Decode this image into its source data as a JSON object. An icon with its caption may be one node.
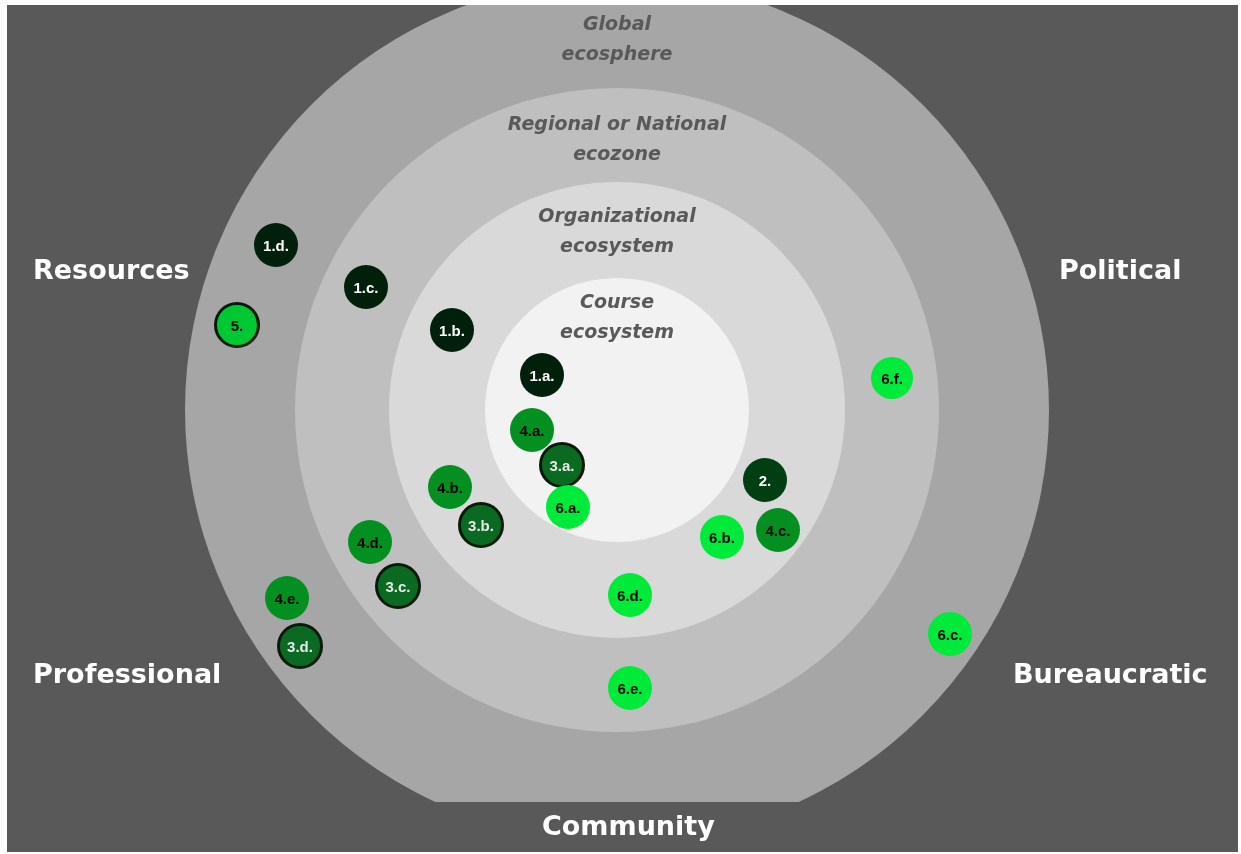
{
  "diagram": {
    "nodes": [
      {
        "text": [
          "Global ecosphere"
        ]
      },
      {
        "text": [
          "Regional or National ecozone"
        ],
        "in": 0
      },
      {
        "text": [
          "Organizational ecosystem"
        ],
        "in": 1
      },
      {
        "text": [
          "Course ecosystem"
        ],
        "in": 2
      },
      {
        "text": [
          "1.d."
        ],
        "in": 0
      },
      {
        "text": [
          "1.c."
        ],
        "in": 1
      },
      {
        "text": [
          "5."
        ],
        "in": 0
      },
      {
        "text": [
          "1.b."
        ],
        "in": 2
      },
      {
        "text": [
          "1.a."
        ],
        "in": 3
      },
      {
        "text": [
          "6.f."
        ],
        "in": 1
      },
      {
        "text": [
          "4.a."
        ],
        "in": 3
      },
      {
        "text": [
          "3.a."
        ],
        "in": 3
      },
      {
        "text": [
          "2."
        ],
        "in": 2
      },
      {
        "text": [
          "4.b."
        ],
        "in": 2
      },
      {
        "text": [
          "6.a."
        ],
        "in": 3
      },
      {
        "text": [
          "3.b."
        ],
        "in": 2
      },
      {
        "text": [
          "4.c."
        ],
        "in": 2
      },
      {
        "text": [
          "6.b."
        ],
        "in": 2
      },
      {
        "text": [
          "4.d."
        ],
        "in": 1
      },
      {
        "text": [
          "3.c."
        ],
        "in": 1
      },
      {
        "text": [
          "6.d."
        ],
        "in": 2
      },
      {
        "text": [
          "4.e."
        ],
        "in": 0
      },
      {
        "text": [
          "6.c."
        ],
        "in": 0
      },
      {
        "text": [
          "3.d."
        ],
        "in": 0
      },
      {
        "text": [
          "6.e."
        ],
        "in": 1
      }
    ],
    "labels": [
      "Resources",
      "Political",
      "Professional",
      "Bureaucratic",
      "Community"
    ]
  }
}
